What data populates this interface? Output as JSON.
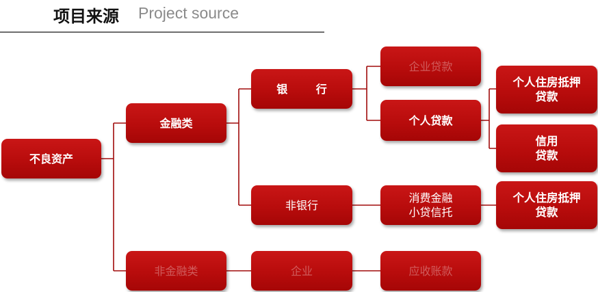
{
  "header": {
    "title_cn": "项目来源",
    "title_en": "Project source"
  },
  "colors": {
    "node_fill": "#b80c0c",
    "connector": "#a00a0a",
    "muted_text": "#e08585"
  },
  "nodes": {
    "root": "不良资产",
    "financial": "金融类",
    "non_financial": "非金融类",
    "bank": "银 行",
    "non_bank": "非银行",
    "enterprise": "企业",
    "corporate_loan": "企业贷款",
    "personal_loan": "个人贷款",
    "consumer_finance": "消费金融\n小贷信托",
    "receivables": "应收账款",
    "mortgage_1": "个人住房抵押\n贷款",
    "credit_loan": "信用\n贷款",
    "mortgage_2": "个人住房抵押\n贷款"
  }
}
